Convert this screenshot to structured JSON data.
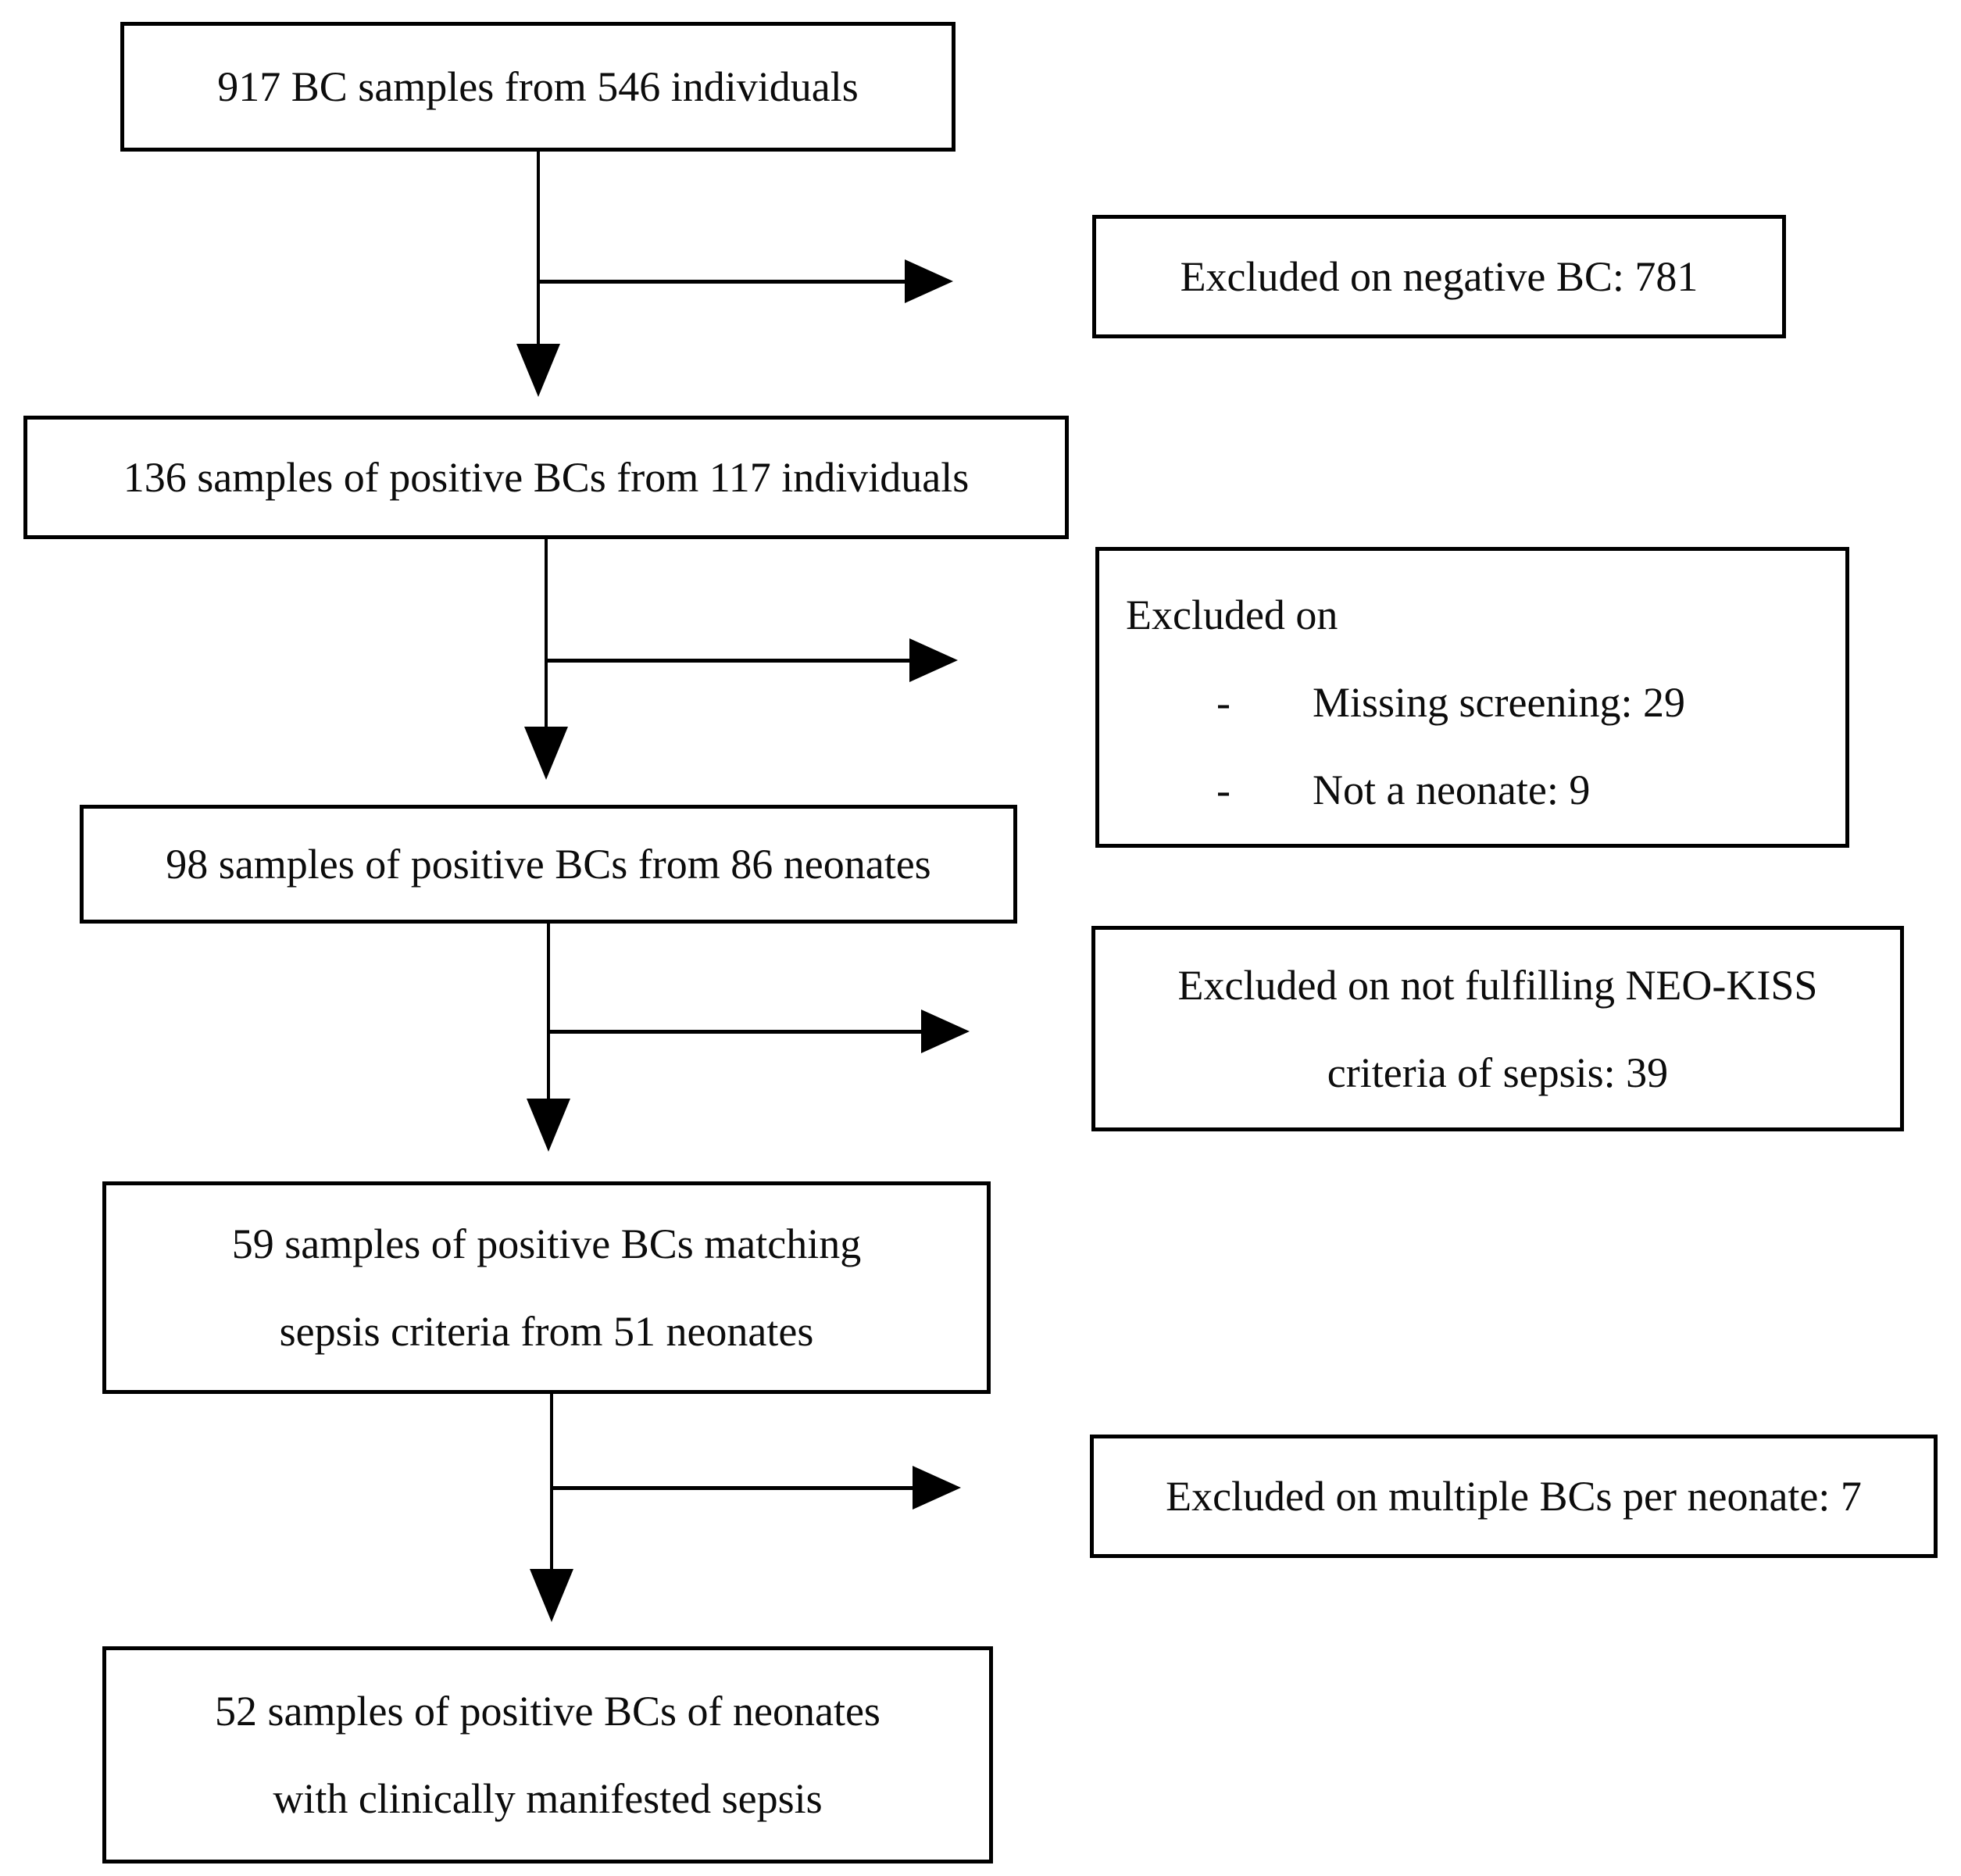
{
  "figure": {
    "type": "flow-diagram",
    "colors": {
      "background": "#ffffff",
      "line": "#000000",
      "text": "#0c0c0c"
    },
    "flow_boxes": [
      {
        "lines": [
          "917 BC samples from 546 individuals"
        ]
      },
      {
        "lines": [
          "136 samples of positive BCs from 117 individuals"
        ]
      },
      {
        "lines": [
          "98 samples of positive BCs from 86 neonates"
        ]
      },
      {
        "lines": [
          "59 samples of positive BCs matching",
          "sepsis criteria from 51 neonates"
        ]
      },
      {
        "lines": [
          "52 samples of positive BCs of neonates",
          "with clinically manifested sepsis"
        ]
      }
    ],
    "exclusions": [
      {
        "lines": [
          "Excluded on negative BC: 781"
        ]
      },
      {
        "heading": "Excluded on",
        "bullet_marker": "-",
        "bullets": [
          "Missing screening: 29",
          "Not a neonate: 9"
        ]
      },
      {
        "lines": [
          "Excluded on not fulfilling NEO-KISS",
          "criteria of sepsis: 39"
        ]
      },
      {
        "lines": [
          "Excluded on multiple BCs per neonate: 7"
        ]
      }
    ]
  }
}
